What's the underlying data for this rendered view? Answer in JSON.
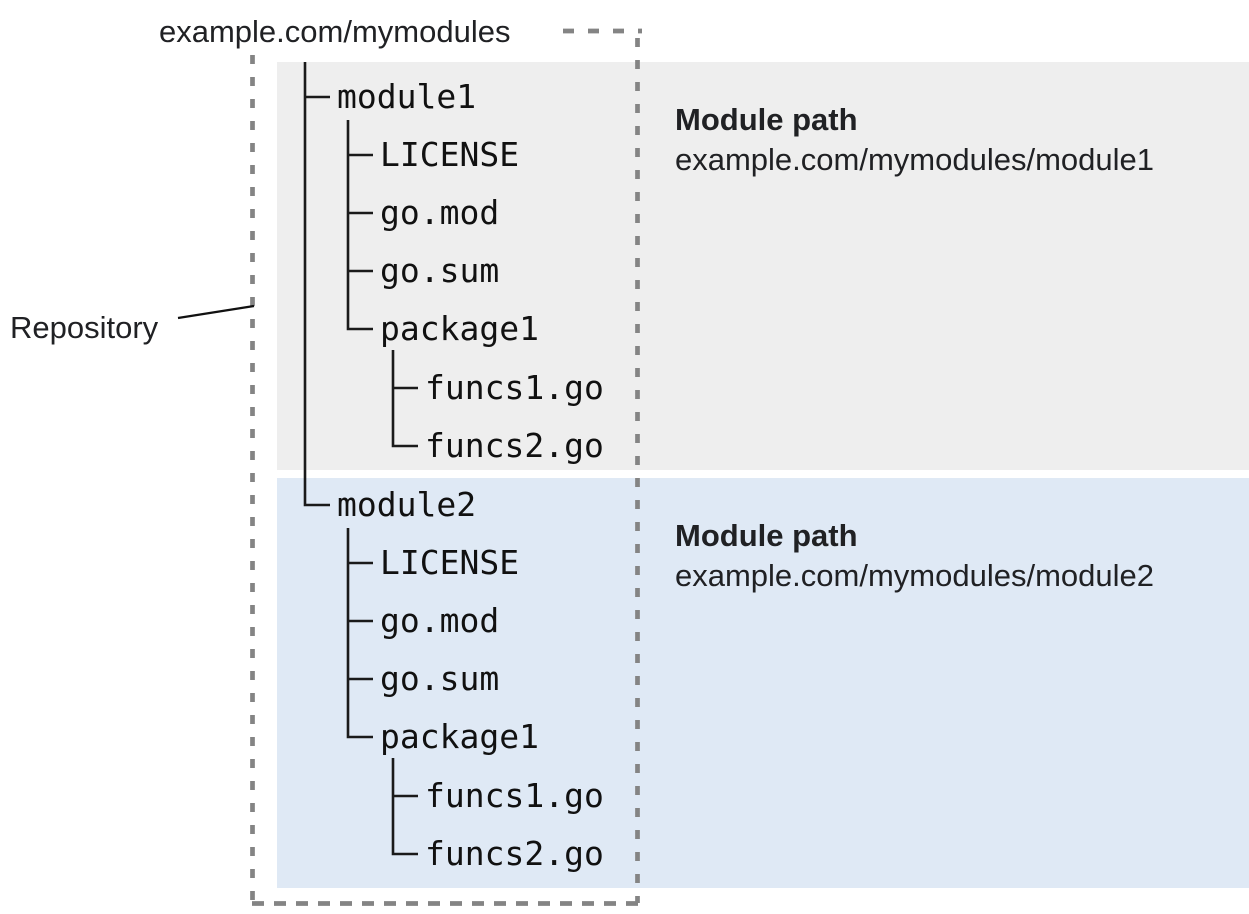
{
  "diagram": {
    "title_label": "example.com/mymodules",
    "repository_label": "Repository"
  },
  "modules": [
    {
      "name": "module1",
      "files": [
        "LICENSE",
        "go.mod",
        "go.sum"
      ],
      "package": {
        "name": "package1",
        "files": [
          "funcs1.go",
          "funcs2.go"
        ]
      },
      "path_title": "Module path",
      "path": "example.com/mymodules/module1",
      "panel_color": "#eeeeee"
    },
    {
      "name": "module2",
      "files": [
        "LICENSE",
        "go.mod",
        "go.sum"
      ],
      "package": {
        "name": "package1",
        "files": [
          "funcs1.go",
          "funcs2.go"
        ]
      },
      "path_title": "Module path",
      "path": "example.com/mymodules/module2",
      "panel_color": "#dfe9f5"
    }
  ],
  "colors": {
    "repo_border_dots": "#848484",
    "tree_line": "#1a1a1a",
    "pointer_line": "#111111",
    "text": "#202124"
  }
}
